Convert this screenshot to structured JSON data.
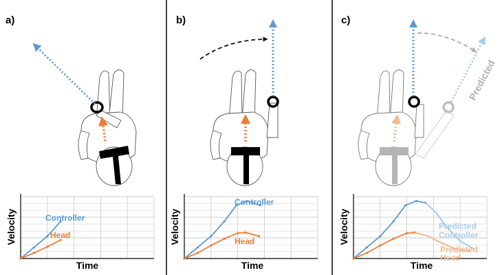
{
  "colors": {
    "controller": "#5b9bd5",
    "head": "#ed7d31",
    "predicted_controller": "#a9cce9",
    "predicted_head": "#f2b98f",
    "predicted_arrow": "#b0b0b0",
    "divider": "#000000",
    "grid": "#c8c8c8"
  },
  "panels": [
    {
      "label": "a)",
      "graph": {
        "ylabel": "Velocity",
        "xlabel": "Time",
        "controller_label": "Controller",
        "head_label": "Head"
      }
    },
    {
      "label": "b)",
      "graph": {
        "ylabel": "Velocity",
        "xlabel": "Time",
        "controller_label": "Controller",
        "head_label": "Head"
      }
    },
    {
      "label": "c)",
      "predicted_arrow_label": "Predicted",
      "graph": {
        "ylabel": "Velocity",
        "xlabel": "Time",
        "predicted_controller_label": [
          "Predicted",
          "Controller"
        ],
        "predicted_head_label": [
          "Predicted",
          "Head"
        ]
      }
    }
  ],
  "chart_data": [
    {
      "type": "line",
      "xlim": [
        0,
        10
      ],
      "ylim": [
        0,
        10
      ],
      "series": [
        {
          "values": [
            [
              0,
              0
            ],
            [
              1,
              1.8
            ],
            [
              2,
              3.6
            ],
            [
              3,
              6.0
            ]
          ]
        },
        {
          "values": [
            [
              0,
              0
            ],
            [
              1,
              0.9
            ],
            [
              2,
              1.9
            ],
            [
              3,
              3.0
            ]
          ]
        }
      ]
    },
    {
      "type": "line",
      "xlim": [
        0,
        10
      ],
      "ylim": [
        0,
        10
      ],
      "series": [
        {
          "values": [
            [
              0,
              0
            ],
            [
              1,
              1.8
            ],
            [
              2,
              3.6
            ],
            [
              3,
              6.0
            ],
            [
              3.9,
              8.6
            ],
            [
              4.7,
              9.3
            ],
            [
              5.7,
              8.6
            ]
          ]
        },
        {
          "values": [
            [
              0,
              0
            ],
            [
              1,
              0.9
            ],
            [
              2,
              2.1
            ],
            [
              3,
              3.2
            ],
            [
              4,
              4.1
            ],
            [
              4.6,
              4.2
            ],
            [
              5.6,
              3.6
            ]
          ]
        }
      ]
    },
    {
      "type": "line",
      "xlim": [
        0,
        10
      ],
      "ylim": [
        0,
        10
      ],
      "series": [
        {
          "values": [
            [
              0,
              0
            ],
            [
              1,
              1.8
            ],
            [
              2,
              3.6
            ],
            [
              3,
              6.0
            ],
            [
              3.9,
              8.6
            ],
            [
              4.7,
              9.3
            ],
            [
              5.4,
              9.0
            ]
          ]
        },
        {
          "values": [
            [
              5.4,
              9.0
            ],
            [
              6.2,
              7.4
            ],
            [
              7.0,
              5.0
            ],
            [
              8.0,
              2.8
            ],
            [
              9.0,
              1.6
            ]
          ]
        },
        {
          "values": [
            [
              0,
              0
            ],
            [
              1,
              0.9
            ],
            [
              2,
              2.1
            ],
            [
              3,
              3.2
            ],
            [
              4,
              4.1
            ],
            [
              4.6,
              4.2
            ]
          ]
        },
        {
          "values": [
            [
              4.6,
              4.2
            ],
            [
              5.6,
              3.6
            ],
            [
              6.6,
              2.5
            ],
            [
              7.6,
              1.6
            ],
            [
              8.8,
              1.1
            ]
          ]
        }
      ]
    }
  ]
}
